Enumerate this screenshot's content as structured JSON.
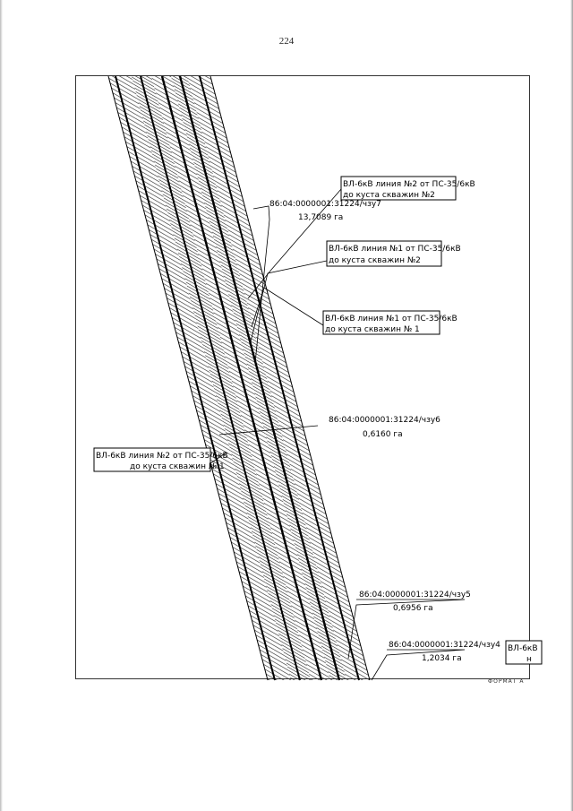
{
  "page": {
    "number": "224"
  },
  "map": {
    "line_labels": [
      {
        "line1": "ВЛ-6кВ линия №2 от ПС-35/6кВ",
        "line2": "до куста скважин №2"
      },
      {
        "line1": "ВЛ-6кВ линия №1 от ПС-35/6кВ",
        "line2": "до куста скважин №2"
      },
      {
        "line1": "ВЛ-6кВ линия №1 от ПС-35/6кВ",
        "line2": "до куста скважин № 1"
      },
      {
        "line1": "ВЛ-6кВ линия №2 от ПС-35/6кВ",
        "line2": "до куста скважин № 1"
      },
      {
        "line1": "ВЛ-6кВ",
        "line2": "н"
      }
    ],
    "plots": [
      {
        "id": "86:04:0000001:31224/чзу7",
        "area": "13,7089 га"
      },
      {
        "id": "86:04:0000001:31224/чзу6",
        "area": "0,6160 га"
      },
      {
        "id": "86:04:0000001:31224/чзу5",
        "area": "0,6956 га"
      },
      {
        "id": "86:04:0000001:31224/чзу4",
        "area": "1,2034 га"
      }
    ],
    "bottom_text": "ФОРМАТ А"
  },
  "colors": {
    "ink": "#000000",
    "hatch": "#222222",
    "paper": "#ffffff"
  }
}
